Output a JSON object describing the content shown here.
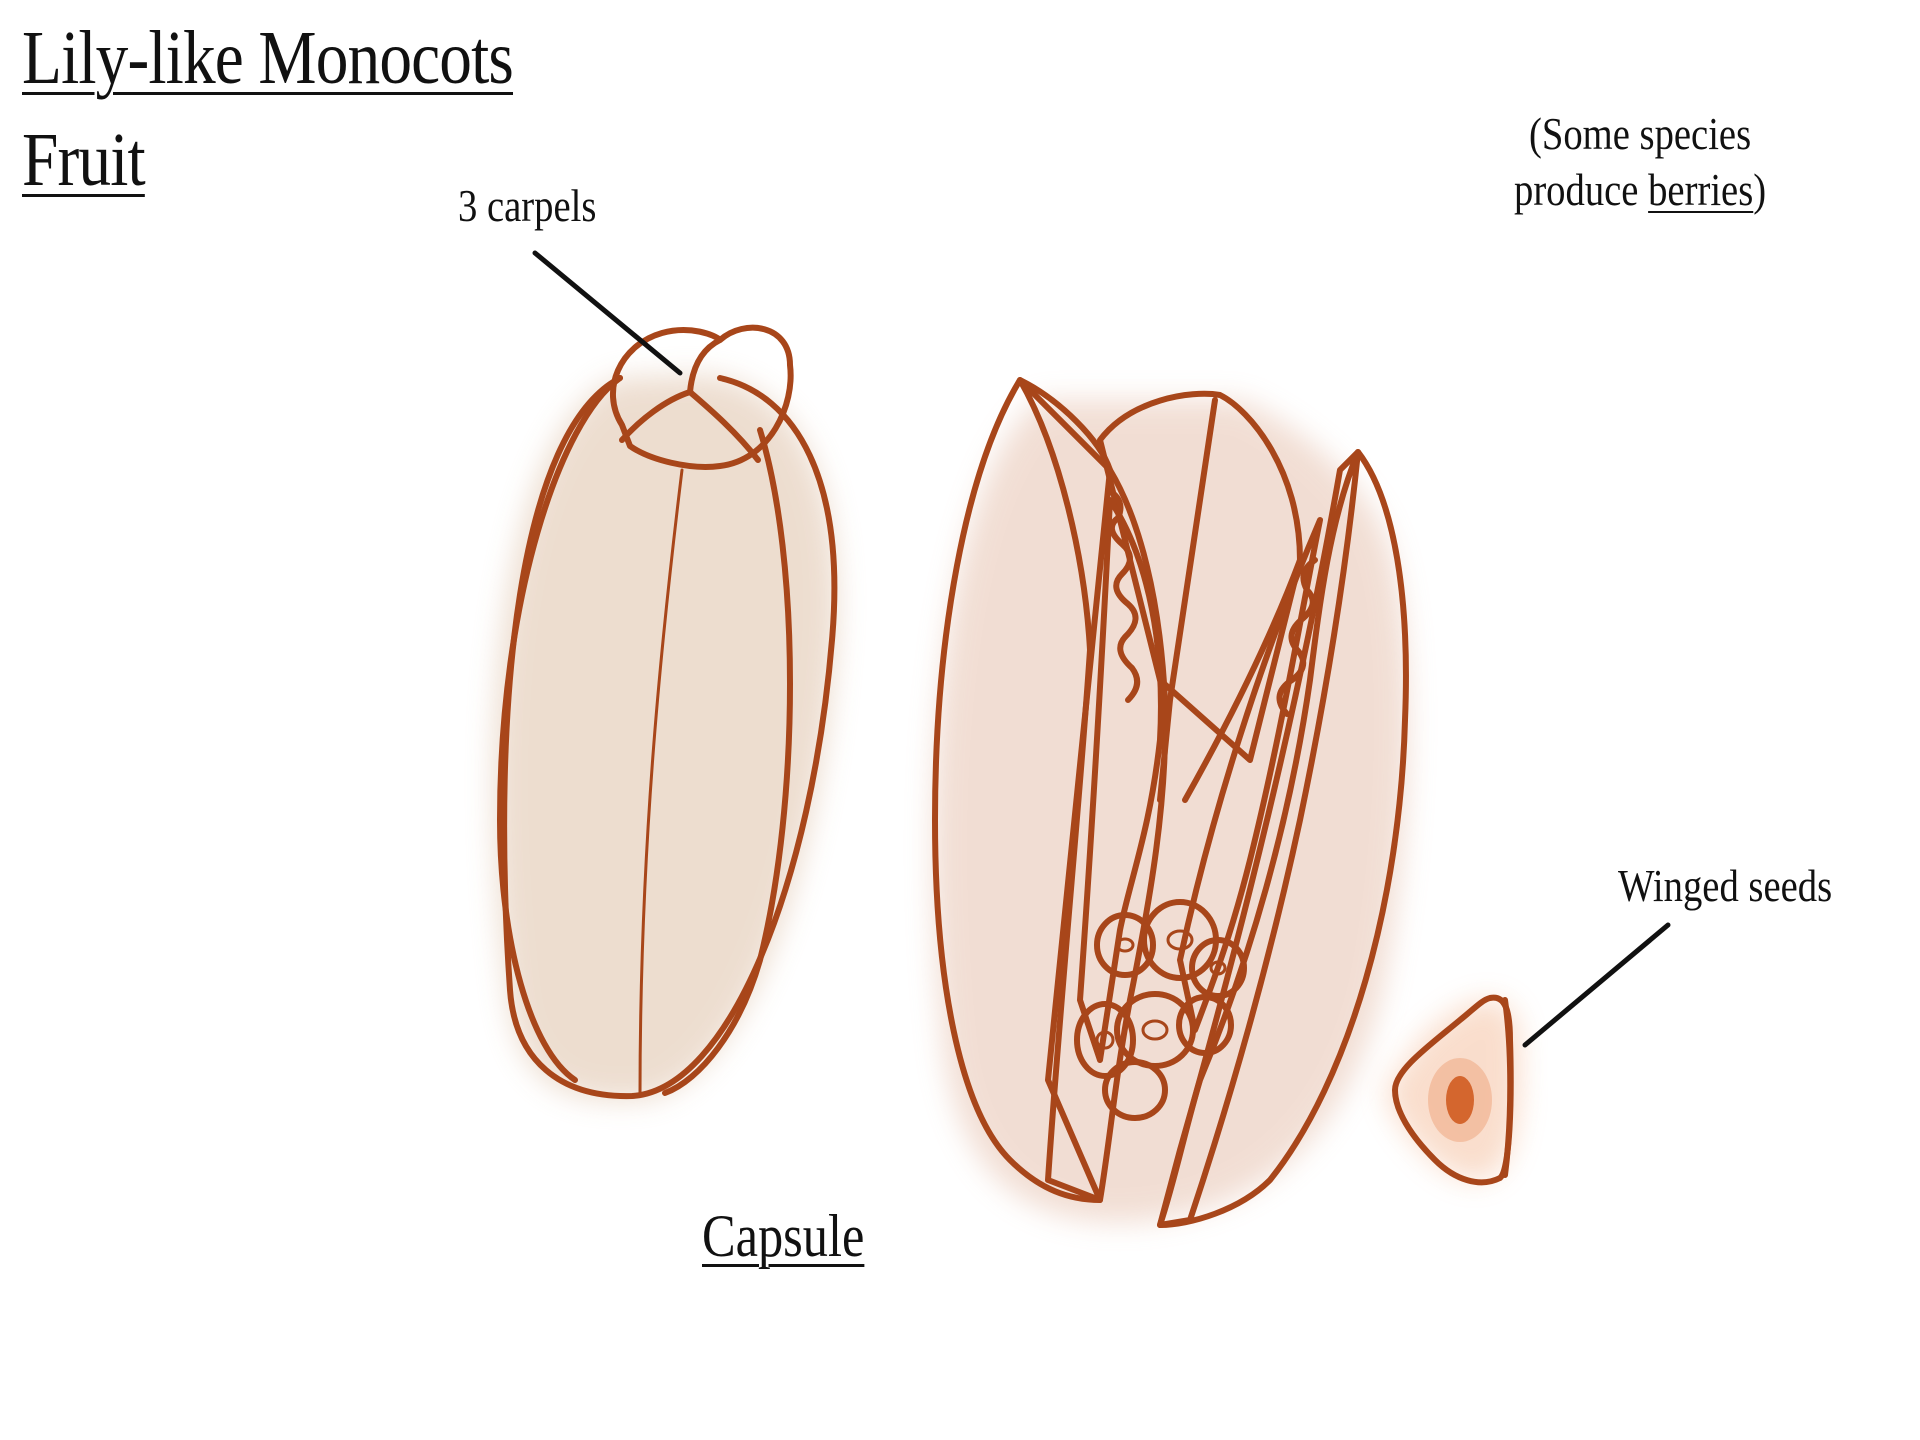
{
  "title": {
    "line1": "Lily-like Monocots",
    "line2": "Fruit"
  },
  "labels": {
    "carpels": "3 carpels",
    "species_note_line1": "(Some species",
    "species_note_line2_prefix": "produce ",
    "species_note_line2_link": "berries",
    "species_note_line2_suffix": ")",
    "winged_seeds": "Winged seeds",
    "capsule": "Capsule"
  },
  "colors": {
    "outline": "#a8461a",
    "capsule_fill": "#dcc0aa",
    "capsule_fill_light": "#f1e4da",
    "locule_orange": "#f29a1f",
    "seed_fill": "#f3b89a",
    "seed_core": "#d0501c",
    "leader": "#111111"
  },
  "icons": [
    "closed-capsule-drawing",
    "dehiscent-capsule-drawing",
    "winged-seed-drawing"
  ]
}
